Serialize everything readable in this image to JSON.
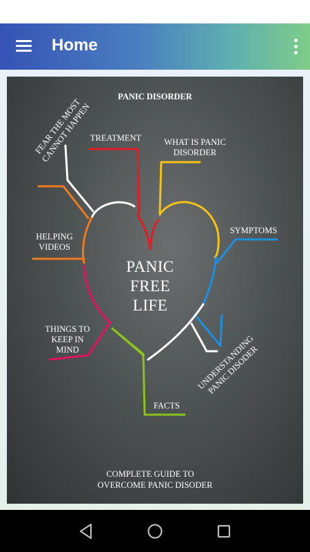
{
  "app_bar": {
    "title": "Home",
    "menu_icon": "hamburger-menu-icon",
    "overflow_icon": "more-vert-icon"
  },
  "cover": {
    "title": "PANIC DISORDER",
    "center_lines": [
      "PANIC",
      "FREE",
      "LIFE"
    ],
    "branches": {
      "fear": [
        "FEAR THE MOST",
        "CANNOT HAPPEN"
      ],
      "treatment": "TREATMENT",
      "what_is": [
        "WHAT IS PANIC",
        "DISORDER"
      ],
      "symptoms": "SYMPTOMS",
      "helping": [
        "HELPING",
        "VIDEOS"
      ],
      "things": [
        "THINGS TO",
        "KEEP IN",
        "MIND"
      ],
      "understanding": [
        "UNDERSTANDING",
        "PANIC DISODER"
      ],
      "facts": "FACTS"
    },
    "footer": [
      "COMPLETE GUIDE TO",
      "OVERCOME PANIC DISODER"
    ],
    "colors": {
      "red": "#e11d24",
      "yellow": "#f6c315",
      "blue": "#1d8fe0",
      "orange": "#f07b1e",
      "magenta": "#e0145a",
      "lime": "#8cc21c",
      "white": "#ffffff"
    }
  },
  "nav": {
    "back_icon": "back-triangle-icon",
    "home_icon": "home-circle-icon",
    "recents_icon": "recents-square-icon"
  }
}
